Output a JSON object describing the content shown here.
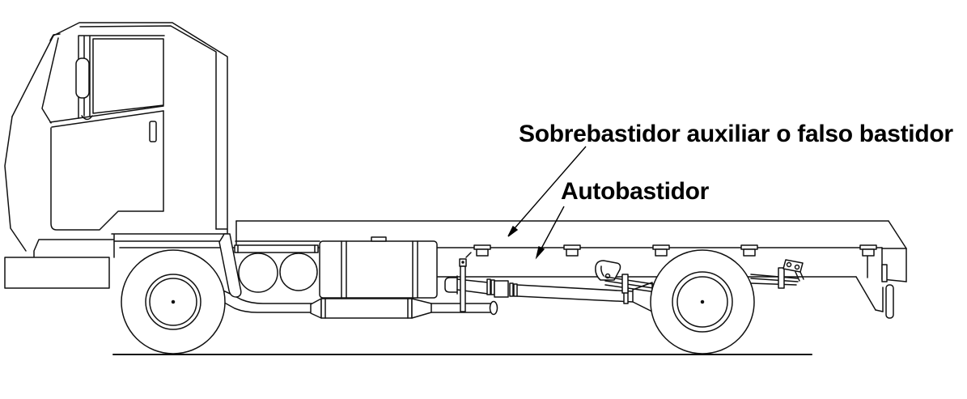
{
  "page": {
    "background": "#ffffff"
  },
  "diagram": {
    "type": "technical line drawing",
    "subject": "truck cab-chassis side view showing frame rails",
    "line_color": "#111111",
    "text_color": "#000000",
    "labels": [
      {
        "id": "sobrebastidor",
        "text": "Sobrebastidor auxiliar o falso bastidor",
        "points_to": "upper auxiliary subframe rail"
      },
      {
        "id": "autobastidor",
        "text": "Autobastidor",
        "points_to": "main chassis frame rail"
      }
    ]
  }
}
